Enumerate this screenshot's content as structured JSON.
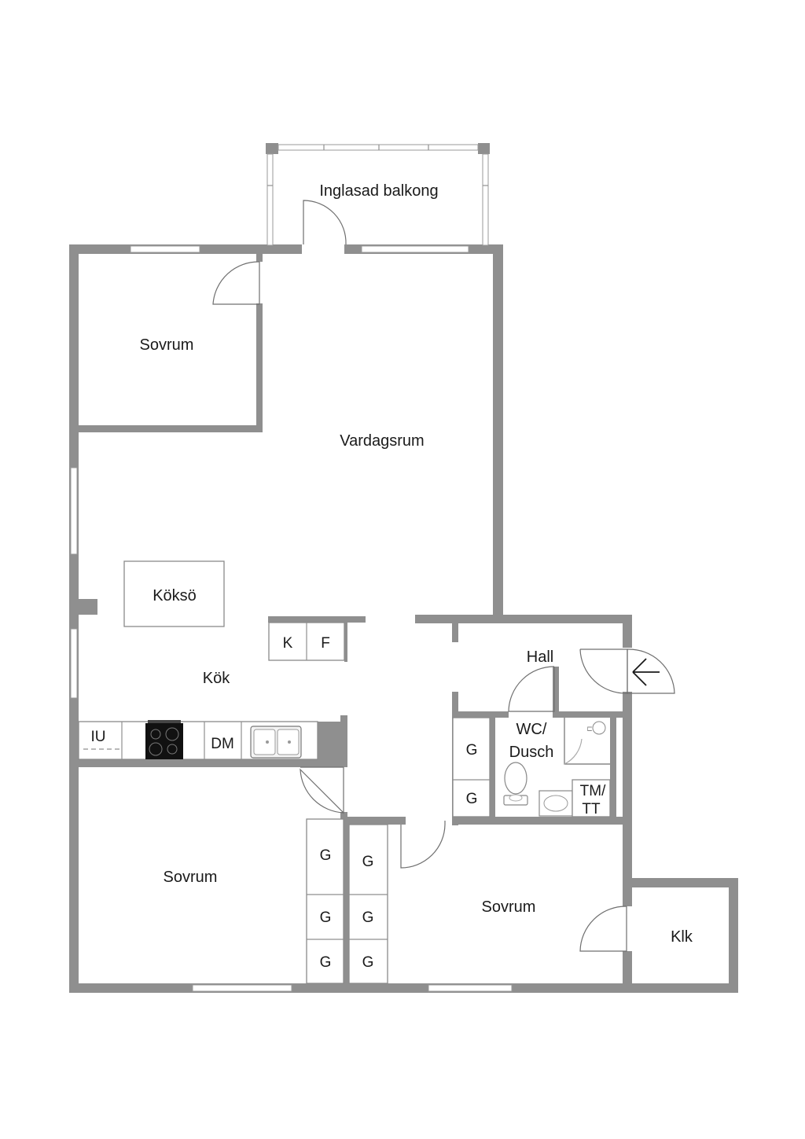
{
  "rooms": {
    "inglasad_balkong": "Inglasad balkong",
    "sovrum_top": "Sovrum",
    "vardagsrum": "Vardagsrum",
    "koksö": "Köksö",
    "kok": "Kök",
    "hall": "Hall",
    "wc_line1": "WC/",
    "wc_line2": "Dusch",
    "sovrum_bottom_left": "Sovrum",
    "sovrum_bottom_mid": "Sovrum",
    "klk": "Klk"
  },
  "fixtures": {
    "k": "K",
    "f": "F",
    "iu": "IU",
    "dm": "DM",
    "tm_line1": "TM/",
    "tm_line2": "TT",
    "garderob": "G"
  },
  "colors": {
    "wall": "#8f8f8f",
    "background": "#ffffff"
  }
}
